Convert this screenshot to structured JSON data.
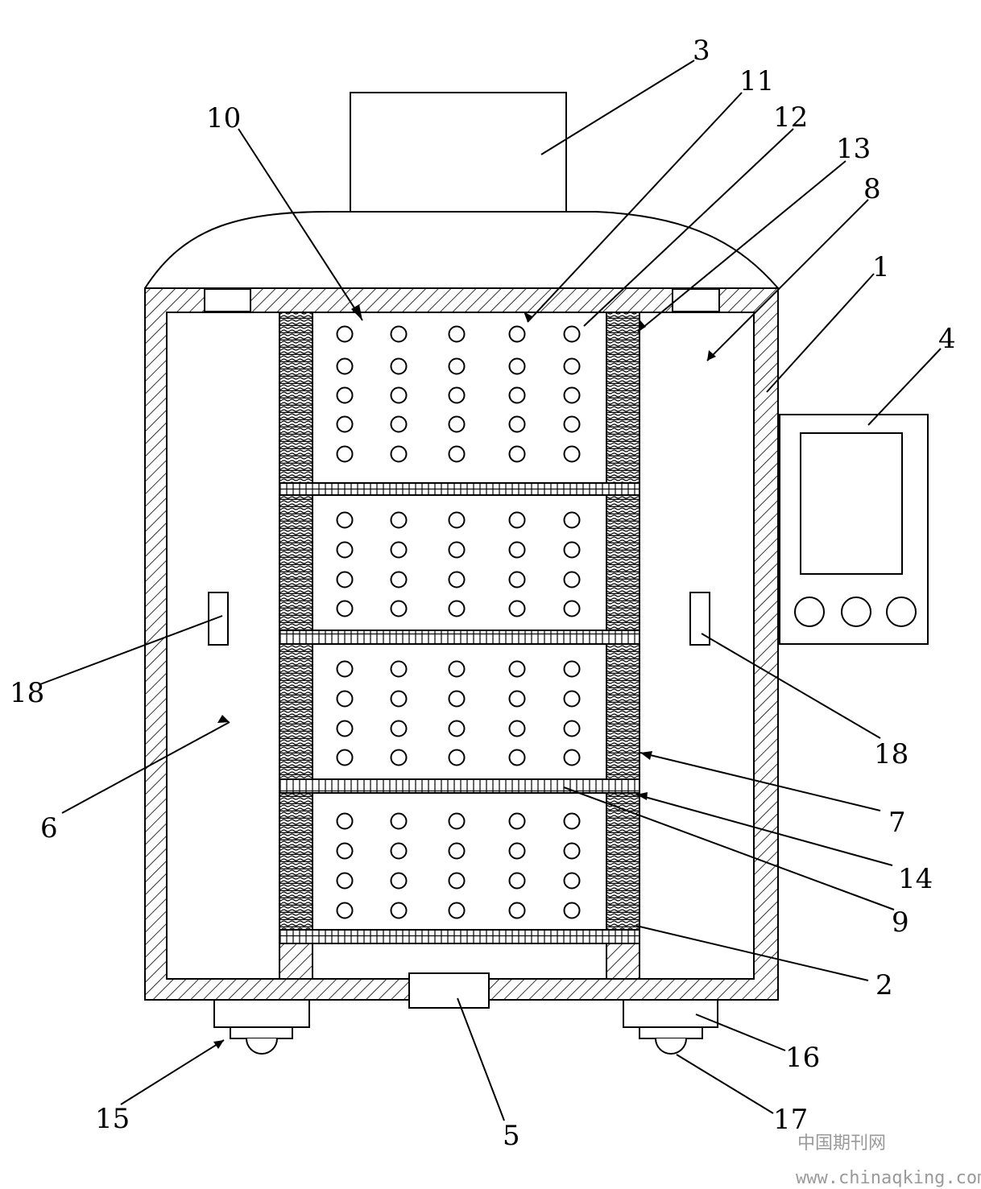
{
  "labels": {
    "l1": "1",
    "l2": "2",
    "l3": "3",
    "l4": "4",
    "l5": "5",
    "l6": "6",
    "l7": "7",
    "l8": "8",
    "l9": "9",
    "l10": "10",
    "l11": "11",
    "l12": "12",
    "l13": "13",
    "l14": "14",
    "l15": "15",
    "l16": "16",
    "l17": "17",
    "l18_left": "18",
    "l18_right": "18"
  },
  "watermark": {
    "site_name": "中国期刊网",
    "url": "www.chinaqking.com"
  }
}
